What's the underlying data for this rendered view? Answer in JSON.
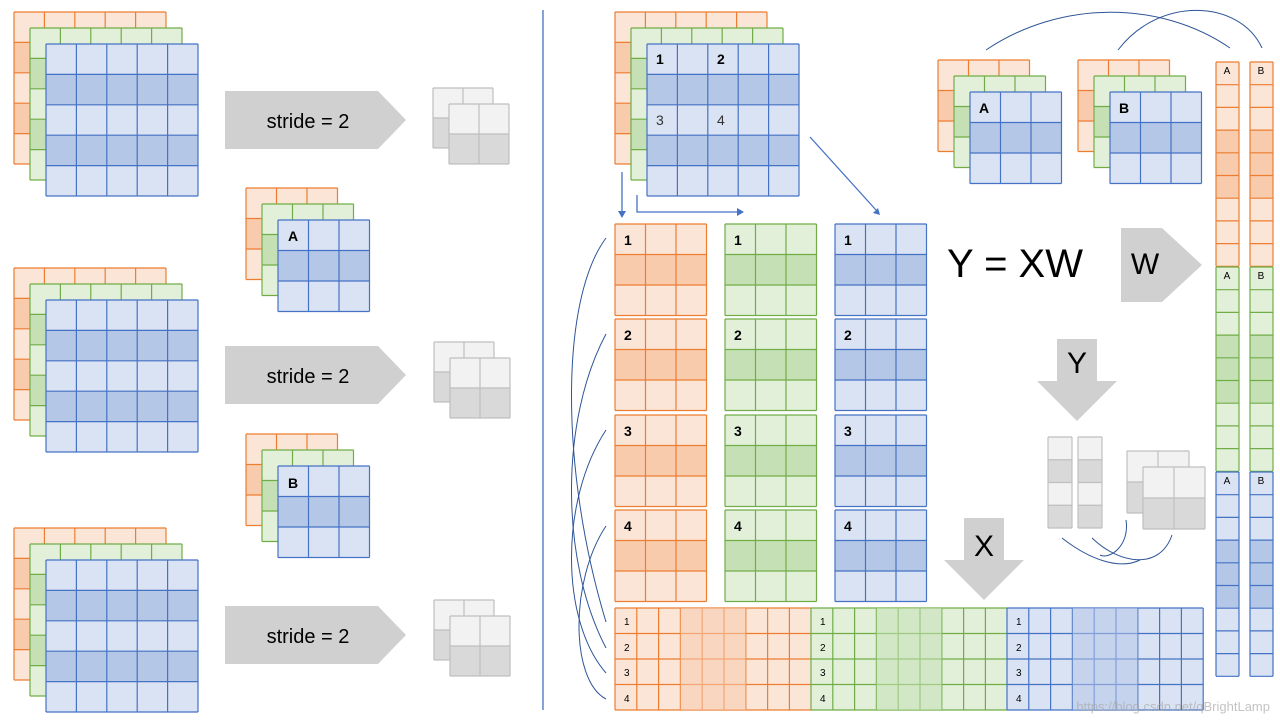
{
  "colors": {
    "orange_line": "#ED7D31",
    "orange_fill_light": "#FBE5D6",
    "orange_fill_dark": "#F8CBAD",
    "green_line": "#70AD47",
    "green_fill_light": "#E2F0D9",
    "green_fill_dark": "#C5E0B4",
    "blue_line": "#4472C4",
    "blue_fill_light": "#DAE3F3",
    "blue_fill_dark": "#B4C7E7",
    "gray_line": "#BFBFBF",
    "gray_fill_light": "#F2F2F2",
    "gray_fill_dark": "#D9D9D9",
    "arrow_fill": "#D0D0D0",
    "divider": "#4472C4",
    "connector": "#2F5597"
  },
  "left": {
    "stride_labels": [
      "stride = 2",
      "stride = 2",
      "stride = 2"
    ],
    "kernel_labels": [
      "A",
      "B"
    ]
  },
  "right": {
    "input_labels": [
      "1",
      "2",
      "3",
      "4"
    ],
    "patch_labels": [
      "1",
      "2",
      "3",
      "4"
    ],
    "kernel_labels": [
      "A",
      "B"
    ],
    "equation": "Y = XW",
    "arrow_w": "W",
    "arrow_y": "Y",
    "arrow_x": "X",
    "row_labels": [
      "1",
      "2",
      "3",
      "4"
    ],
    "w_column_labels": [
      "A",
      "B"
    ]
  },
  "watermark": "https://blog.csdn.net/qBrightLamp"
}
